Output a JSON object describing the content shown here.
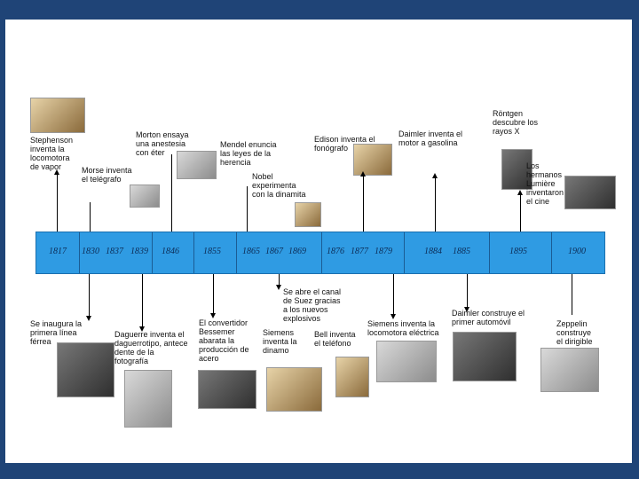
{
  "timeline": {
    "years": [
      "1817",
      "1830",
      "1837",
      "1839",
      "1846",
      "1855",
      "1865",
      "1867",
      "1869",
      "1876",
      "1877",
      "1879",
      "1884",
      "1885",
      "1895",
      "1900"
    ]
  },
  "events_top": {
    "stephenson": "Stephenson\ninventa la\nlocomotora\nde vapor",
    "morse": "Morse inventa\nel telégrafo",
    "morton": "Morton ensaya\nuna anestesia\ncon éter",
    "mendel": "Mendel enuncia\nlas leyes de la\nherencia",
    "nobel": "Nobel\nexperimenta\ncon la dinamita",
    "edison": "Edison inventa el\nfonógrafo",
    "daimler_motor": "Daimler inventa el\nmotor a gasolina",
    "rontgen": "Röntgen\ndescubre los\nrayos X",
    "lumiere": "Los\nhermanos\nLumière\ninventaron\nel cine"
  },
  "events_bottom": {
    "railway": "Se inaugura la\nprimera línea\nférrea",
    "daguerre": "Daguerre inventa el\ndaguerrotipo, antece\ndente de la\nfotografía",
    "bessemer": "El convertidor\nBessemer\nabarata la\nproducción de\nacero",
    "suez": "Se abre el canal\nde Suez gracias\na los nuevos\nexplosivos",
    "siemens_dynamo": "Siemens\ninventa la\ndinamo",
    "bell": "Bell inventa\nel teléfono",
    "siemens_loco": "Siemens inventa la\nlocomotora eléctrica",
    "daimler_car": "Daimler construye el\nprimer automóvil",
    "zeppelin": "Zeppelin\nconstruye\nel dirigible"
  },
  "colors": {
    "border": "#1f4477",
    "band": "#2f9be3",
    "year_text": "#0c2b55"
  },
  "icons": [
    "locomotive-photo",
    "telegraph-photo",
    "syringe-photo",
    "dynamite-photo",
    "phonograph-photo",
    "xray-hand-photo",
    "cinematograph-photo",
    "steam-train-photo",
    "daguerreotype-camera-photo",
    "bessemer-converter-photo",
    "dynamo-photo",
    "telephone-photo",
    "electric-locomotive-photo",
    "automobile-photo",
    "zeppelin-photo"
  ]
}
